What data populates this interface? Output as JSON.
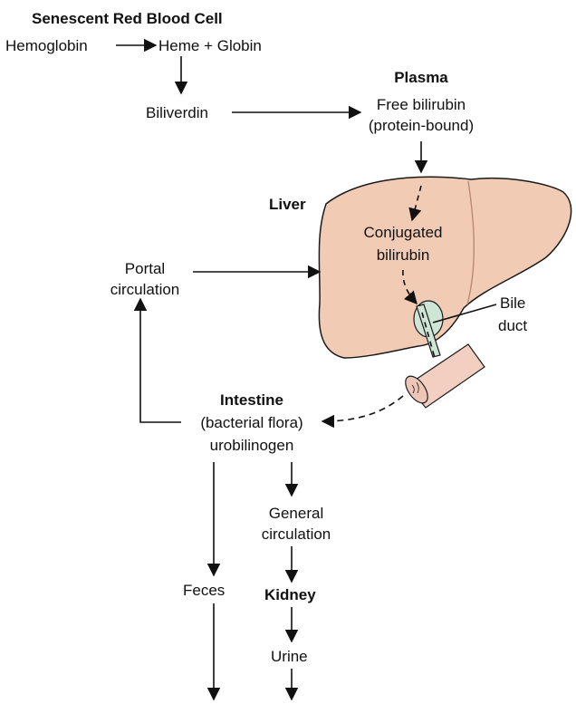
{
  "title": "Senescent Red Blood Cell",
  "steps": {
    "hemoglobin": "Hemoglobin",
    "heme_globin": "Heme + Globin",
    "biliverdin": "Biliverdin"
  },
  "plasma": {
    "heading": "Plasma",
    "line1": "Free bilirubin",
    "line2": "(protein-bound)"
  },
  "liver": {
    "heading": "Liver",
    "line1": "Conjugated",
    "line2": "bilirubin"
  },
  "bile_duct": {
    "line1": "Bile",
    "line2": "duct"
  },
  "portal": {
    "line1": "Portal",
    "line2": "circulation"
  },
  "intestine": {
    "heading": "Intestine",
    "line1": "(bacterial flora)",
    "line2": "urobilinogen"
  },
  "general": {
    "line1": "General",
    "line2": "circulation"
  },
  "feces": "Feces",
  "kidney": "Kidney",
  "urine": "Urine",
  "colors": {
    "liver_fill": "#f2cbb5",
    "liver_stroke": "#1a1a1a",
    "gallbladder": "#cfe6d6",
    "intestine_fill": "#f3cfc2",
    "line": "#111111"
  }
}
